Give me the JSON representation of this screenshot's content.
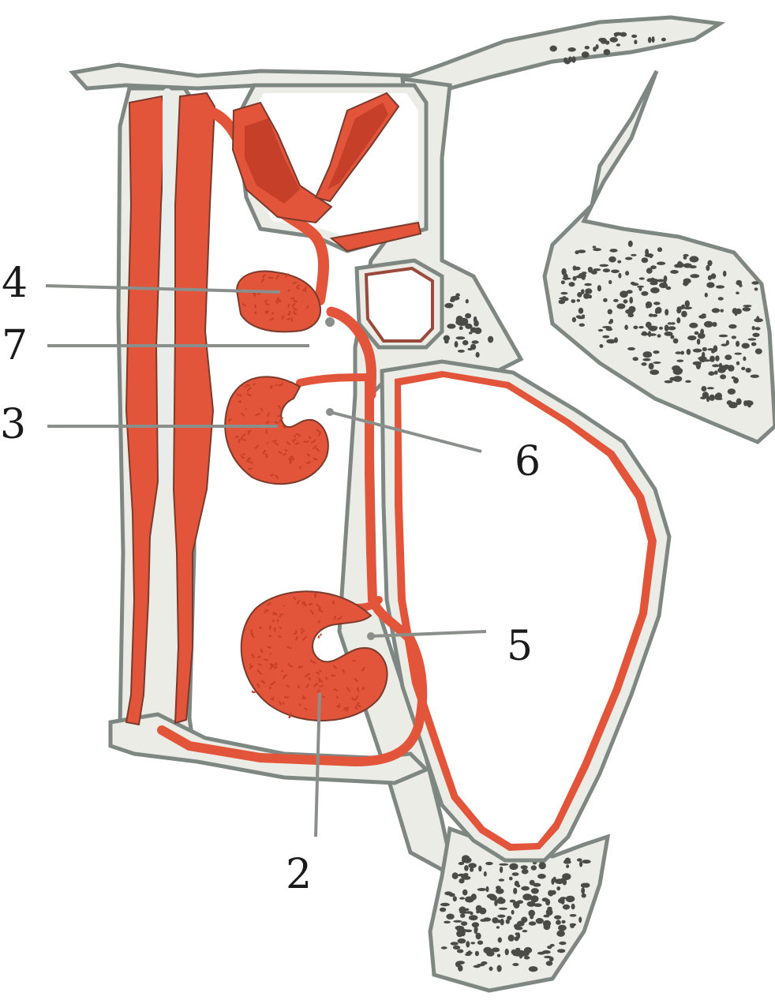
{
  "labels": {
    "l2": "2",
    "l3": "3",
    "l4": "4",
    "l5": "5",
    "l6": "6",
    "l7": "7"
  },
  "colors": {
    "mucosa": "#e2553a",
    "mucosa_dark": "#c63f28",
    "bone_fill": "#ecece6",
    "bone_outline": "#7f8782",
    "cavity": "#ffffff",
    "leader_line": "#8a8f8c",
    "trabecula": "#4a4a46"
  }
}
